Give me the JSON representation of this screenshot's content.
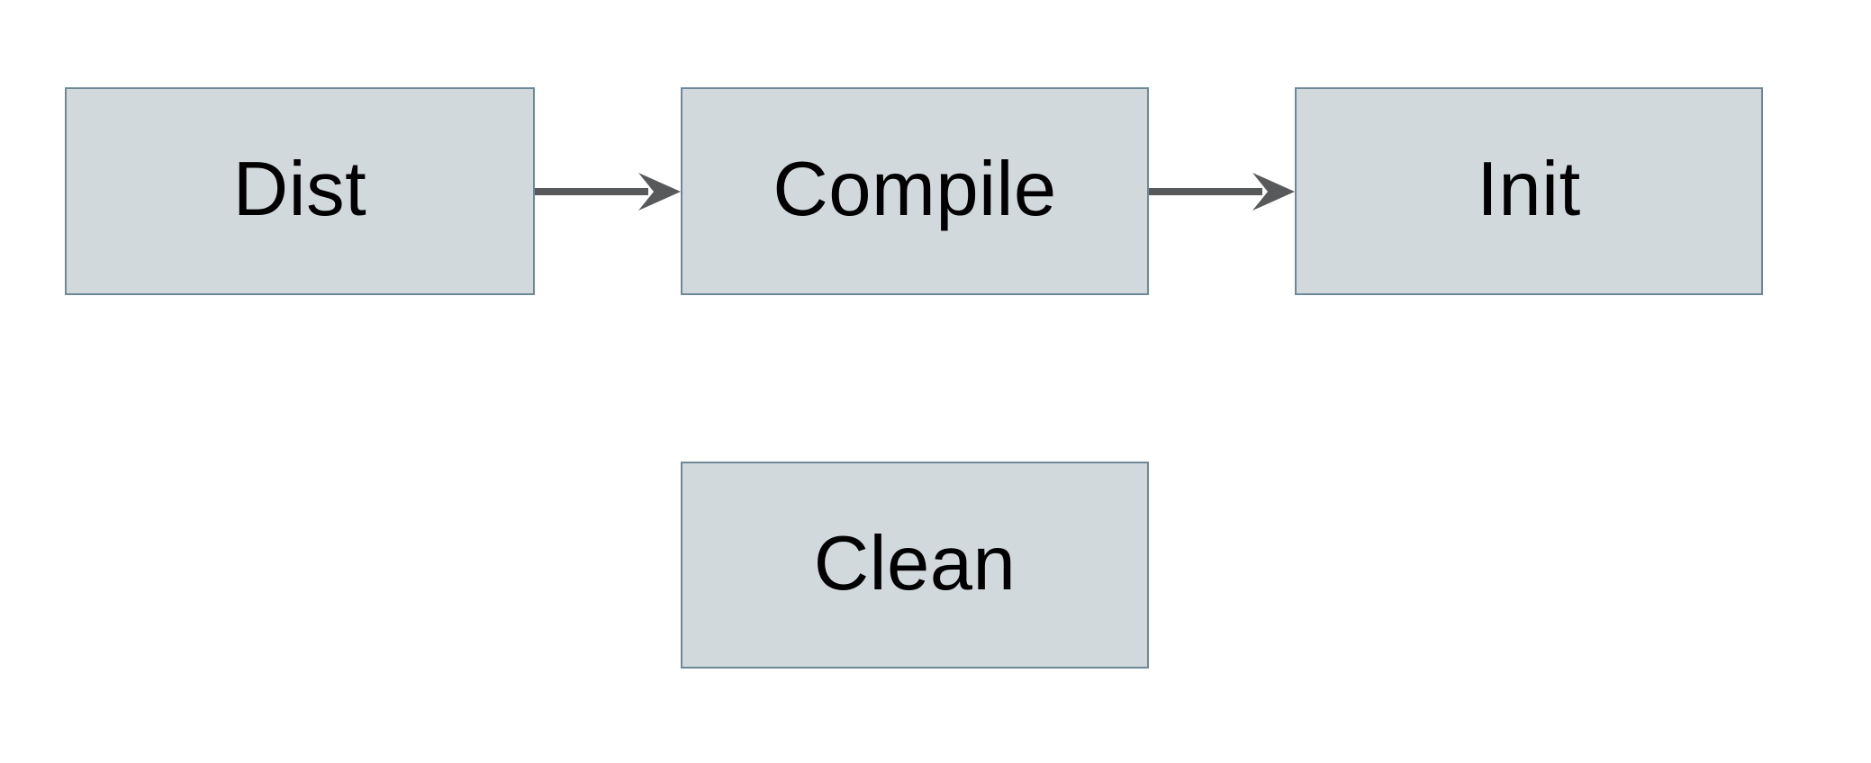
{
  "diagram": {
    "type": "flowchart",
    "nodes": [
      {
        "id": "dist",
        "label": "Dist"
      },
      {
        "id": "compile",
        "label": "Compile"
      },
      {
        "id": "init",
        "label": "Init"
      },
      {
        "id": "clean",
        "label": "Clean"
      }
    ],
    "edges": [
      {
        "from": "dist",
        "to": "compile",
        "direction": "right",
        "style": "solid-arrow"
      },
      {
        "from": "compile",
        "to": "init",
        "direction": "right",
        "style": "solid-arrow"
      }
    ],
    "colors": {
      "background": "#ffffff",
      "node_fill": "#d2d9dd",
      "node_border": "#6d8997",
      "arrow": "#58595b",
      "text": "#000000"
    }
  }
}
